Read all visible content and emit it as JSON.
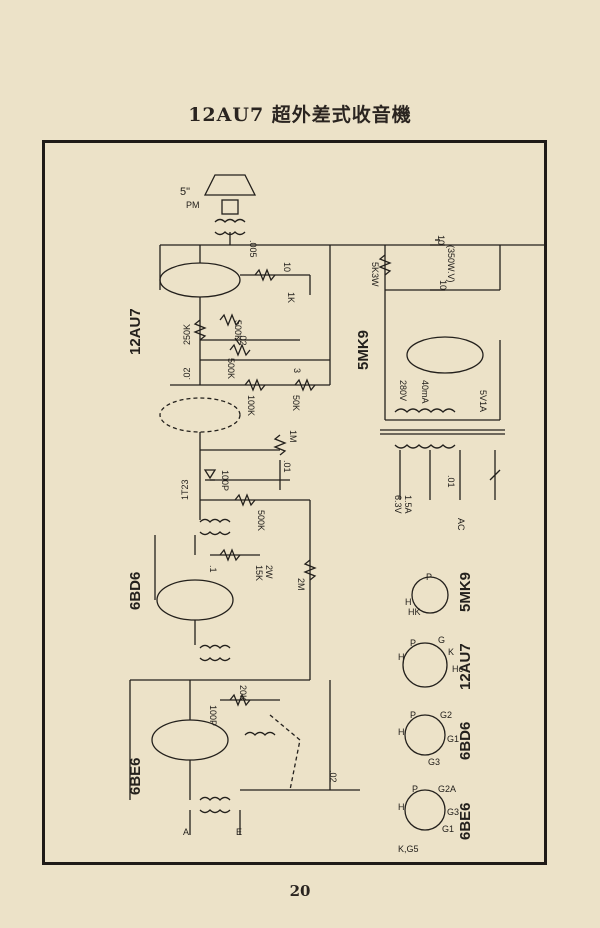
{
  "page": {
    "title": "12AU7 超外差式收音機",
    "number": "20"
  },
  "tubes": {
    "t1": "12AU7",
    "t2": "6BD6",
    "t3": "6BE6",
    "rect": "5MK9"
  },
  "speaker": {
    "size": "5\"",
    "type": "PM"
  },
  "components": {
    "c_005": ".005",
    "r_10": "10",
    "r_1k": "1K",
    "r_500k_a": "500K",
    "c_02_a": ".02",
    "r_250k": "250K",
    "r_500k_b": "500K",
    "c_02_b": ".02",
    "c_3": "3",
    "r_100k": "100K",
    "r_50k": "50K",
    "r_1m": "1M",
    "c_01_a": ".01",
    "diode": "1T23",
    "c_100p_a": "100P",
    "r_500k_c": "500K",
    "c_1": ".1",
    "r_15k": "15K",
    "r_15k_w": "2W",
    "r_2m": "2M",
    "c_100p_b": "100P",
    "r_20k": "20K",
    "c_02_c": ".02",
    "antenna": "A",
    "earth": "E",
    "c_10_a": "10",
    "c_10_a_rating": "(350W.V)",
    "r_5k3w": "5K3W",
    "c_10_b": "10",
    "tr_280v": "280V",
    "tr_40ma": "40mA",
    "tr_5v1a": "5V1A",
    "heater_v": "6.3V",
    "heater_a": "1.5A",
    "c_01_b": ".01",
    "ac": "AC"
  },
  "pins": {
    "h": "H",
    "p": "P",
    "k": "K",
    "g": "G",
    "hk": "HK",
    "hc": "Hc",
    "g1": "G1",
    "g2": "G2",
    "g3": "G3",
    "g2a": "G2A",
    "kg5": "K,G5"
  }
}
